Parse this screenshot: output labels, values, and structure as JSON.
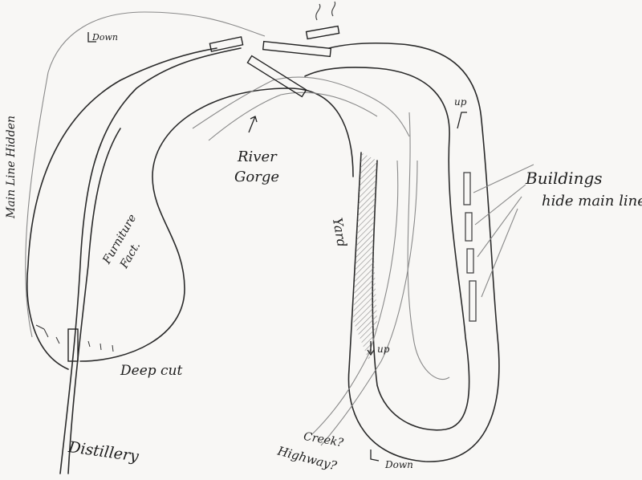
{
  "title": "Track plan sketch",
  "labels": {
    "down_top": "Down",
    "main_line_hidden": "Main Line Hidden",
    "river_gorge_1": "River",
    "river_gorge_2": "Gorge",
    "up_right": "up",
    "buildings_1": "Buildings",
    "buildings_2": "hide main line",
    "yard": "Yard",
    "furniture_1": "Furniture",
    "furniture_2": "Fact.",
    "deep_cut": "Deep cut",
    "up_yard": "up",
    "distillery": "Distillery",
    "creek": "Creek?",
    "highway": "Highway?",
    "down_bottom": "Down"
  },
  "colors": {
    "pencil": "#2a2a2a",
    "paper": "#f8f7f5",
    "shading": "#9a9a9a"
  }
}
